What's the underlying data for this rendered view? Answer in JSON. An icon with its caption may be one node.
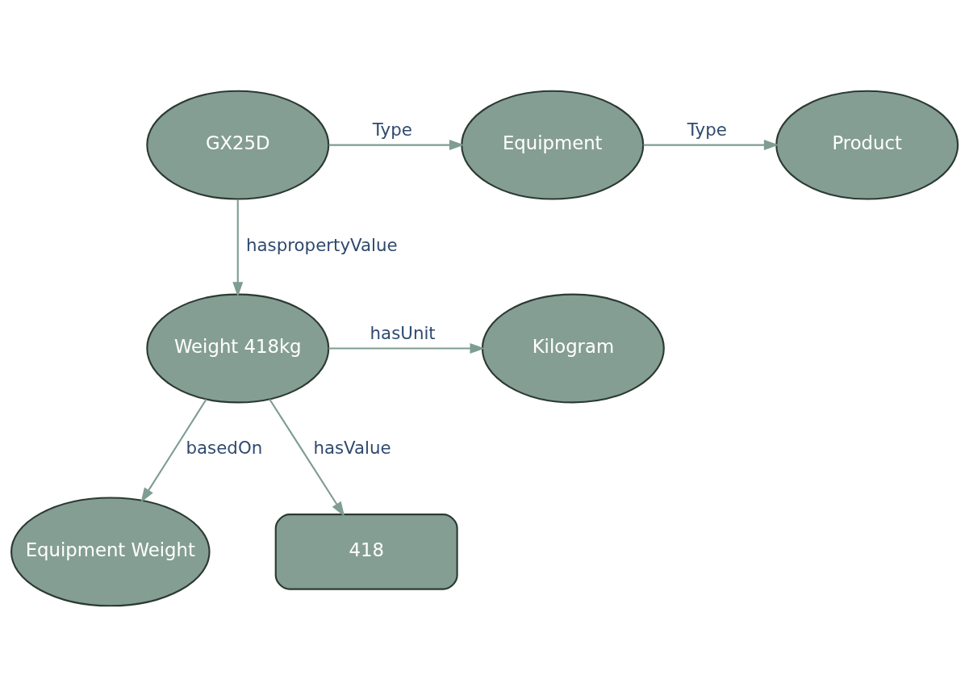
{
  "diagram": {
    "nodes": [
      {
        "text": [
          "GX25D"
        ]
      },
      {
        "text": [
          "Equipment"
        ]
      },
      {
        "text": [
          "Product"
        ]
      },
      {
        "text": [
          "Weight 418kg"
        ]
      },
      {
        "text": [
          "Kilogram"
        ]
      },
      {
        "text": [
          "Equipment Weight"
        ]
      },
      {
        "text": [
          "418"
        ]
      }
    ],
    "edges": [
      {
        "from": 0,
        "to": 1,
        "arrow": "to",
        "label": "Type"
      },
      {
        "from": 1,
        "to": 2,
        "arrow": "to",
        "label": "Type"
      },
      {
        "from": 0,
        "to": 3,
        "arrow": "to",
        "label": "haspropertyValue"
      },
      {
        "from": 3,
        "to": 4,
        "arrow": "to",
        "label": "hasUnit"
      },
      {
        "from": 3,
        "to": 5,
        "arrow": "to",
        "label": "basedOn"
      },
      {
        "from": 3,
        "to": 6,
        "arrow": "to",
        "label": "hasValue"
      }
    ]
  }
}
